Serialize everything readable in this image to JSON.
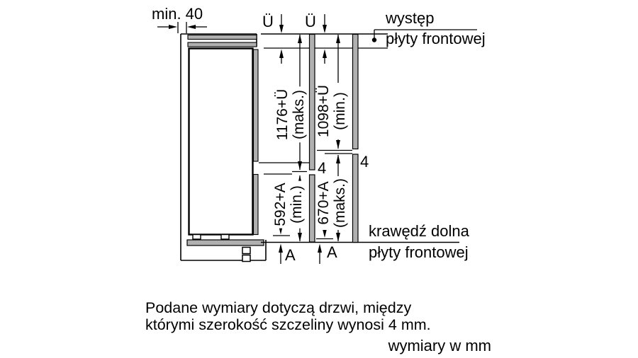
{
  "diagram": {
    "top_gap_label": "min. 40",
    "overhang_symbol_left": "Ü",
    "overhang_symbol_right": "Ü",
    "protrusion_label": {
      "line1": "występ",
      "line2": "płyty frontowej"
    },
    "dims": {
      "upper_left": {
        "value": "1176+Ü",
        "qualifier": "(maks.)"
      },
      "upper_right": {
        "value": "1098+Ü",
        "qualifier": "(min.)"
      },
      "lower_left": {
        "value": "592+A",
        "qualifier": "(min.)"
      },
      "lower_right": {
        "value": "670+A",
        "qualifier": "(maks.)"
      }
    },
    "gap_left": "4",
    "gap_right": "4",
    "bottom_offset_left": "A",
    "bottom_offset_right": "A",
    "bottom_edge_label": {
      "line1": "krawędź dolna",
      "line2": "płyty frontowej"
    }
  },
  "footnote": {
    "line1": "Podane wymiary dotyczą drzwi, między",
    "line2": "którymi szerokość szczeliny wynosi 4 mm.",
    "units": "wymiary w mm"
  },
  "colors": {
    "line": "#000000",
    "panel_fill": "#b0b0b0",
    "background": "#ffffff"
  }
}
